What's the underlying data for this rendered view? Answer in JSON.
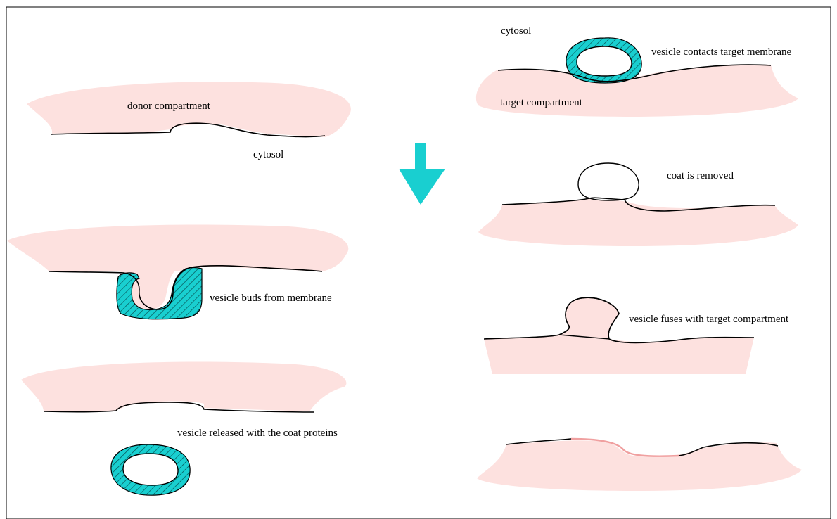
{
  "colors": {
    "compartment": "#fde1df",
    "coat": "#19cfd0",
    "coat_hatch": "#064f52",
    "arrow": "#19cfd0",
    "membrane": "#000000",
    "fused_membrane": "#f0a0a0"
  },
  "labels": {
    "donor_compartment": "donor compartment",
    "cytosol_left": "cytosol",
    "vesicle_buds": "vesicle buds from membrane",
    "vesicle_released": "vesicle released with the coat proteins",
    "cytosol_right": "cytosol",
    "vesicle_contacts": "vesicle contacts target membrane",
    "target_compartment": "target compartment",
    "coat_removed": "coat is removed",
    "vesicle_fuses": "vesicle fuses with target compartment"
  },
  "icons": {
    "arrow": "down-arrow-icon"
  }
}
